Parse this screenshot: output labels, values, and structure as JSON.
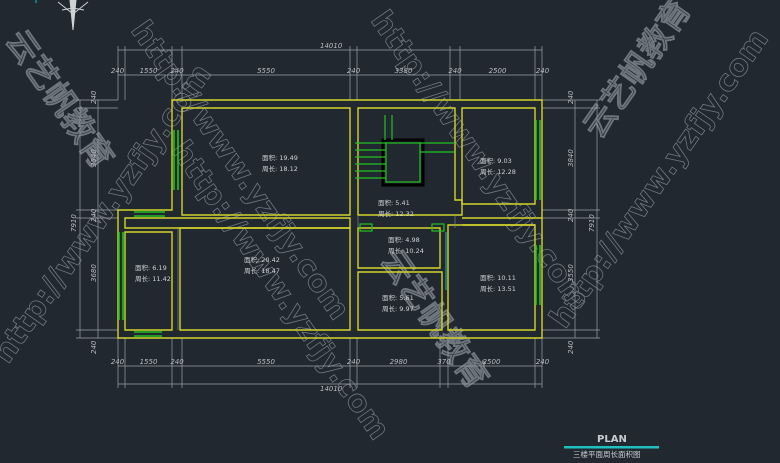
{
  "drawing": {
    "title": "PLAN",
    "subtitle": "三楼平面周长面积图",
    "colors": {
      "background": "#212830",
      "wall": "#d4d42a",
      "window": "#22c022",
      "dimension": "#b8bcc0",
      "accent": "#20c0c0"
    }
  },
  "dimensions": {
    "top_total": "14010",
    "top": [
      "240",
      "1550",
      "240",
      "5550",
      "240",
      "3380",
      "240",
      "2500",
      "240"
    ],
    "bottom": [
      "240",
      "1550",
      "240",
      "5550",
      "240",
      "2980",
      "370",
      "2500",
      "240"
    ],
    "bottom_total": "14010",
    "left": [
      "240",
      "3540",
      "240",
      "3680",
      "240"
    ],
    "left_total": "7910",
    "right": [
      "240",
      "3840",
      "240",
      "3550",
      "240"
    ],
    "right_total": "7910"
  },
  "rooms": [
    {
      "area": "面积: 19.49",
      "perimeter": "周长: 18.12"
    },
    {
      "area": "面积: 5.41",
      "perimeter": "周长: 12.32"
    },
    {
      "area": "面积: 9.03",
      "perimeter": "周长: 12.28"
    },
    {
      "area": "面积: 4.98",
      "perimeter": "周长: 10.24"
    },
    {
      "area": "面积: 6.19",
      "perimeter": "周长: 11.42"
    },
    {
      "area": "面积: 20.42",
      "perimeter": "周长: 18.47"
    },
    {
      "area": "面积: 5.61",
      "perimeter": "周长: 9.97"
    },
    {
      "area": "面积: 10.11",
      "perimeter": "周长: 13.51"
    }
  ],
  "watermarks": [
    "http://www.yzfjy.com",
    "云艺帆教育"
  ]
}
